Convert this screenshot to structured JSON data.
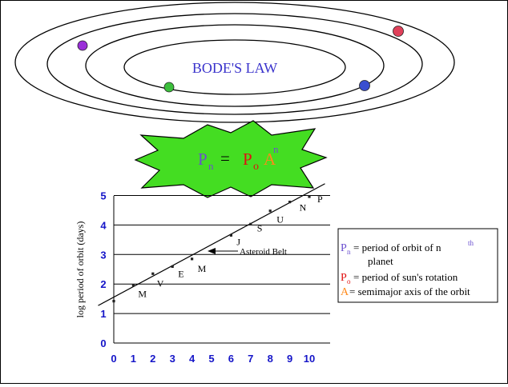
{
  "title": "BODE'S LAW",
  "formula": {
    "P": "P",
    "n": "n",
    "eq": "=",
    "P0_P": "P",
    "P0_o": "o",
    "A": "A",
    "exp": "n"
  },
  "colors": {
    "title": "#3a33cc",
    "orbit": "#000000",
    "star": "#44dd22",
    "Pn": "#6a4fcf",
    "P0": "#e01010",
    "A": "#ff8a1a",
    "tick_label": "#1515c8",
    "planet_purple": "#9a2fd8",
    "planet_red": "#e0405a",
    "planet_green": "#3cbf3c",
    "planet_blue": "#3a4fd0"
  },
  "chart_data": {
    "type": "scatter",
    "ylabel": "log period of orbit (days)",
    "xlim": [
      0,
      11
    ],
    "ylim": [
      0,
      5
    ],
    "xticks": [
      "0",
      "1",
      "2",
      "3",
      "4",
      "5",
      "6",
      "7",
      "8",
      "9",
      "10"
    ],
    "yticks": [
      "0",
      "1",
      "2",
      "3",
      "4",
      "5"
    ],
    "grid": "horizontal",
    "points": [
      {
        "x": 0,
        "y": 1.42,
        "label": ""
      },
      {
        "x": 1,
        "y": 1.96,
        "label": "M"
      },
      {
        "x": 2,
        "y": 2.35,
        "label": "V"
      },
      {
        "x": 3,
        "y": 2.59,
        "label": "E"
      },
      {
        "x": 4,
        "y": 2.85,
        "label": "M"
      },
      {
        "x": 6,
        "y": 3.65,
        "label": "J"
      },
      {
        "x": 7,
        "y": 4.03,
        "label": "S"
      },
      {
        "x": 8,
        "y": 4.48,
        "label": "U"
      },
      {
        "x": 9,
        "y": 4.78,
        "label": "N"
      },
      {
        "x": 10,
        "y": 4.96,
        "label": "P"
      }
    ],
    "trendline": {
      "x": [
        -0.8,
        10.8
      ],
      "y": [
        1.27,
        5.4
      ]
    },
    "annotation": "Asteroid Belt"
  },
  "legend": [
    {
      "sym": "P",
      "sub": "n",
      "line1": "=  period of orbit of n",
      "sup": "th",
      "line2": "planet"
    },
    {
      "sym": "P",
      "sub": "o",
      "line1": "=  period of sun's rotation"
    },
    {
      "sym": "A",
      "line1": "= semimajor axis of the orbit"
    }
  ]
}
